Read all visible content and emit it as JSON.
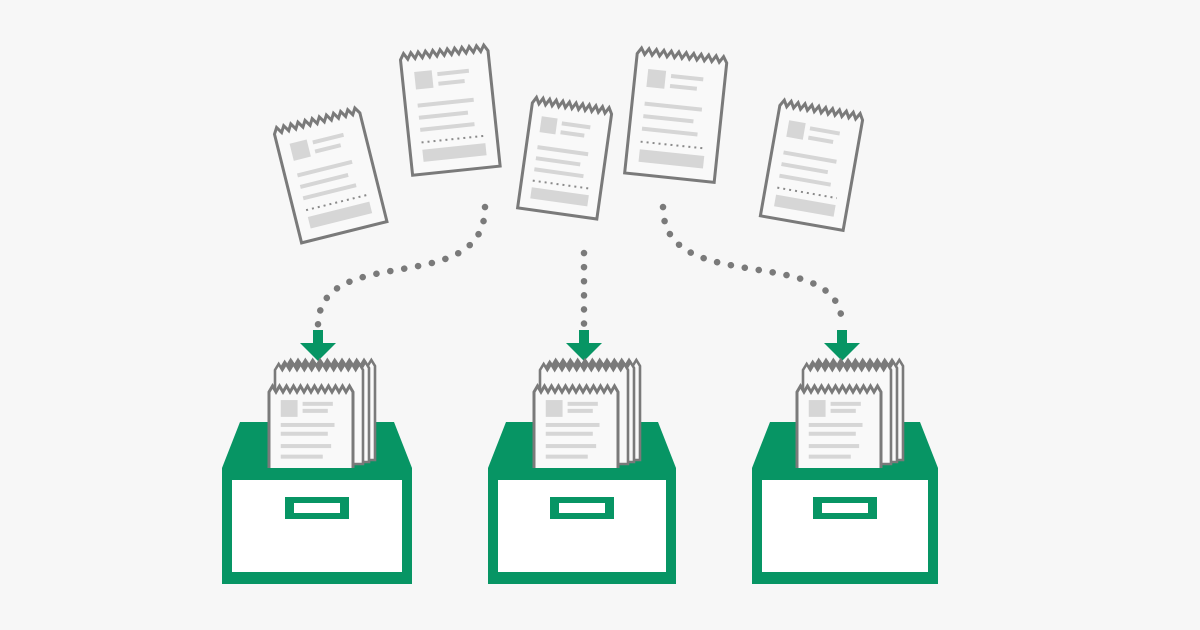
{
  "colors": {
    "background": "#f7f7f7",
    "receipt_outline": "#7a7a7a",
    "receipt_paper": "#f9f9f9",
    "receipt_content": "#d6d6d6",
    "dotted_path": "#7a7a7a",
    "arrow": "#079564",
    "box_green": "#079564",
    "box_front": "#ffffff"
  },
  "icons": {
    "receipt": "receipt-icon",
    "arrow": "arrow-down-icon",
    "box": "filing-box-icon",
    "handle": "drawer-handle-icon"
  },
  "diagram": {
    "loose_receipt_count": 5,
    "filing_box_count": 3,
    "flow_path_count": 3
  }
}
